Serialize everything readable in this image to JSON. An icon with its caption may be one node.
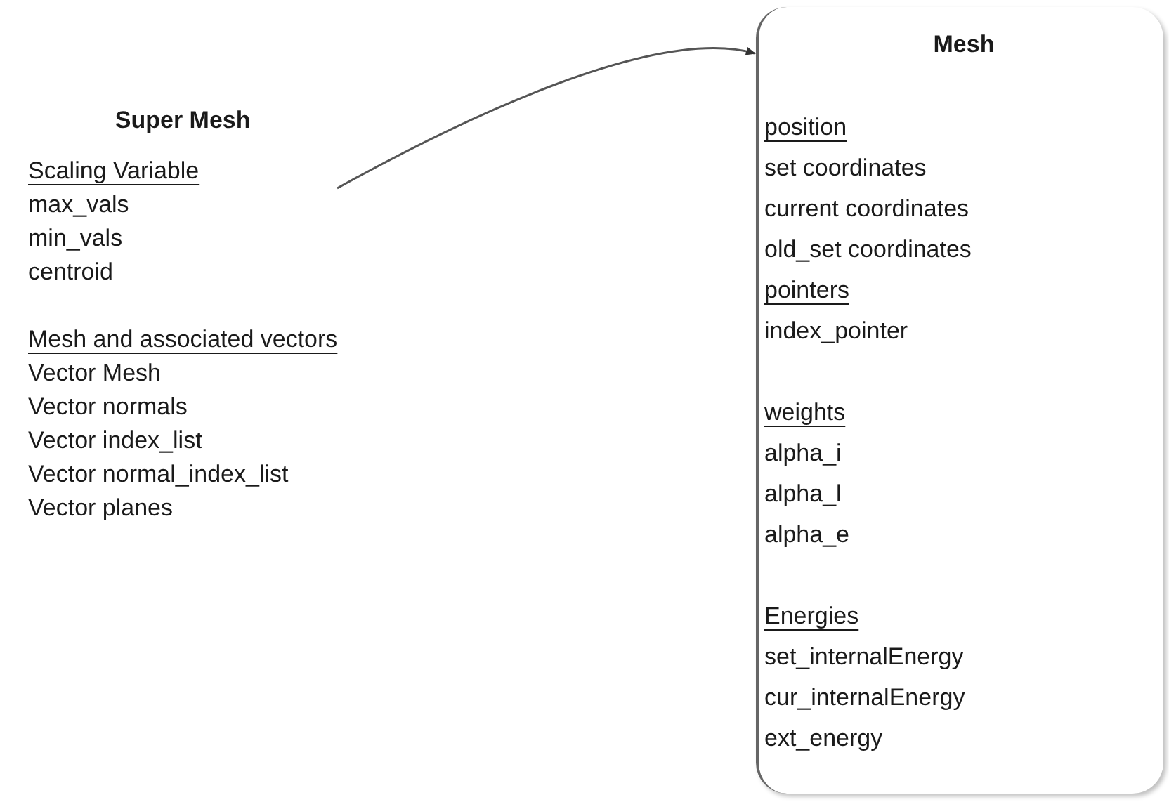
{
  "diagram": {
    "nodes": [
      {
        "text": [
          "Super Mesh",
          "Scaling Variable",
          "max_vals",
          "min_vals",
          "centroid",
          "Mesh and associated vectors",
          "Vector Mesh",
          "Vector normals",
          "Vector index_list",
          "Vector normal_index_list",
          "Vector planes"
        ]
      },
      {
        "text": [
          "Mesh",
          "position",
          "set coordinates",
          "current coordinates",
          "old_set coordinates",
          "pointers",
          "index_pointer",
          "weights",
          "alpha_i",
          "alpha_l",
          "alpha_e",
          "Energies",
          "set_internalEnergy",
          "cur_internalEnergy",
          "ext_energy"
        ]
      }
    ],
    "edges": [
      {
        "from": 0,
        "to": 1,
        "arrow": "to"
      }
    ]
  }
}
